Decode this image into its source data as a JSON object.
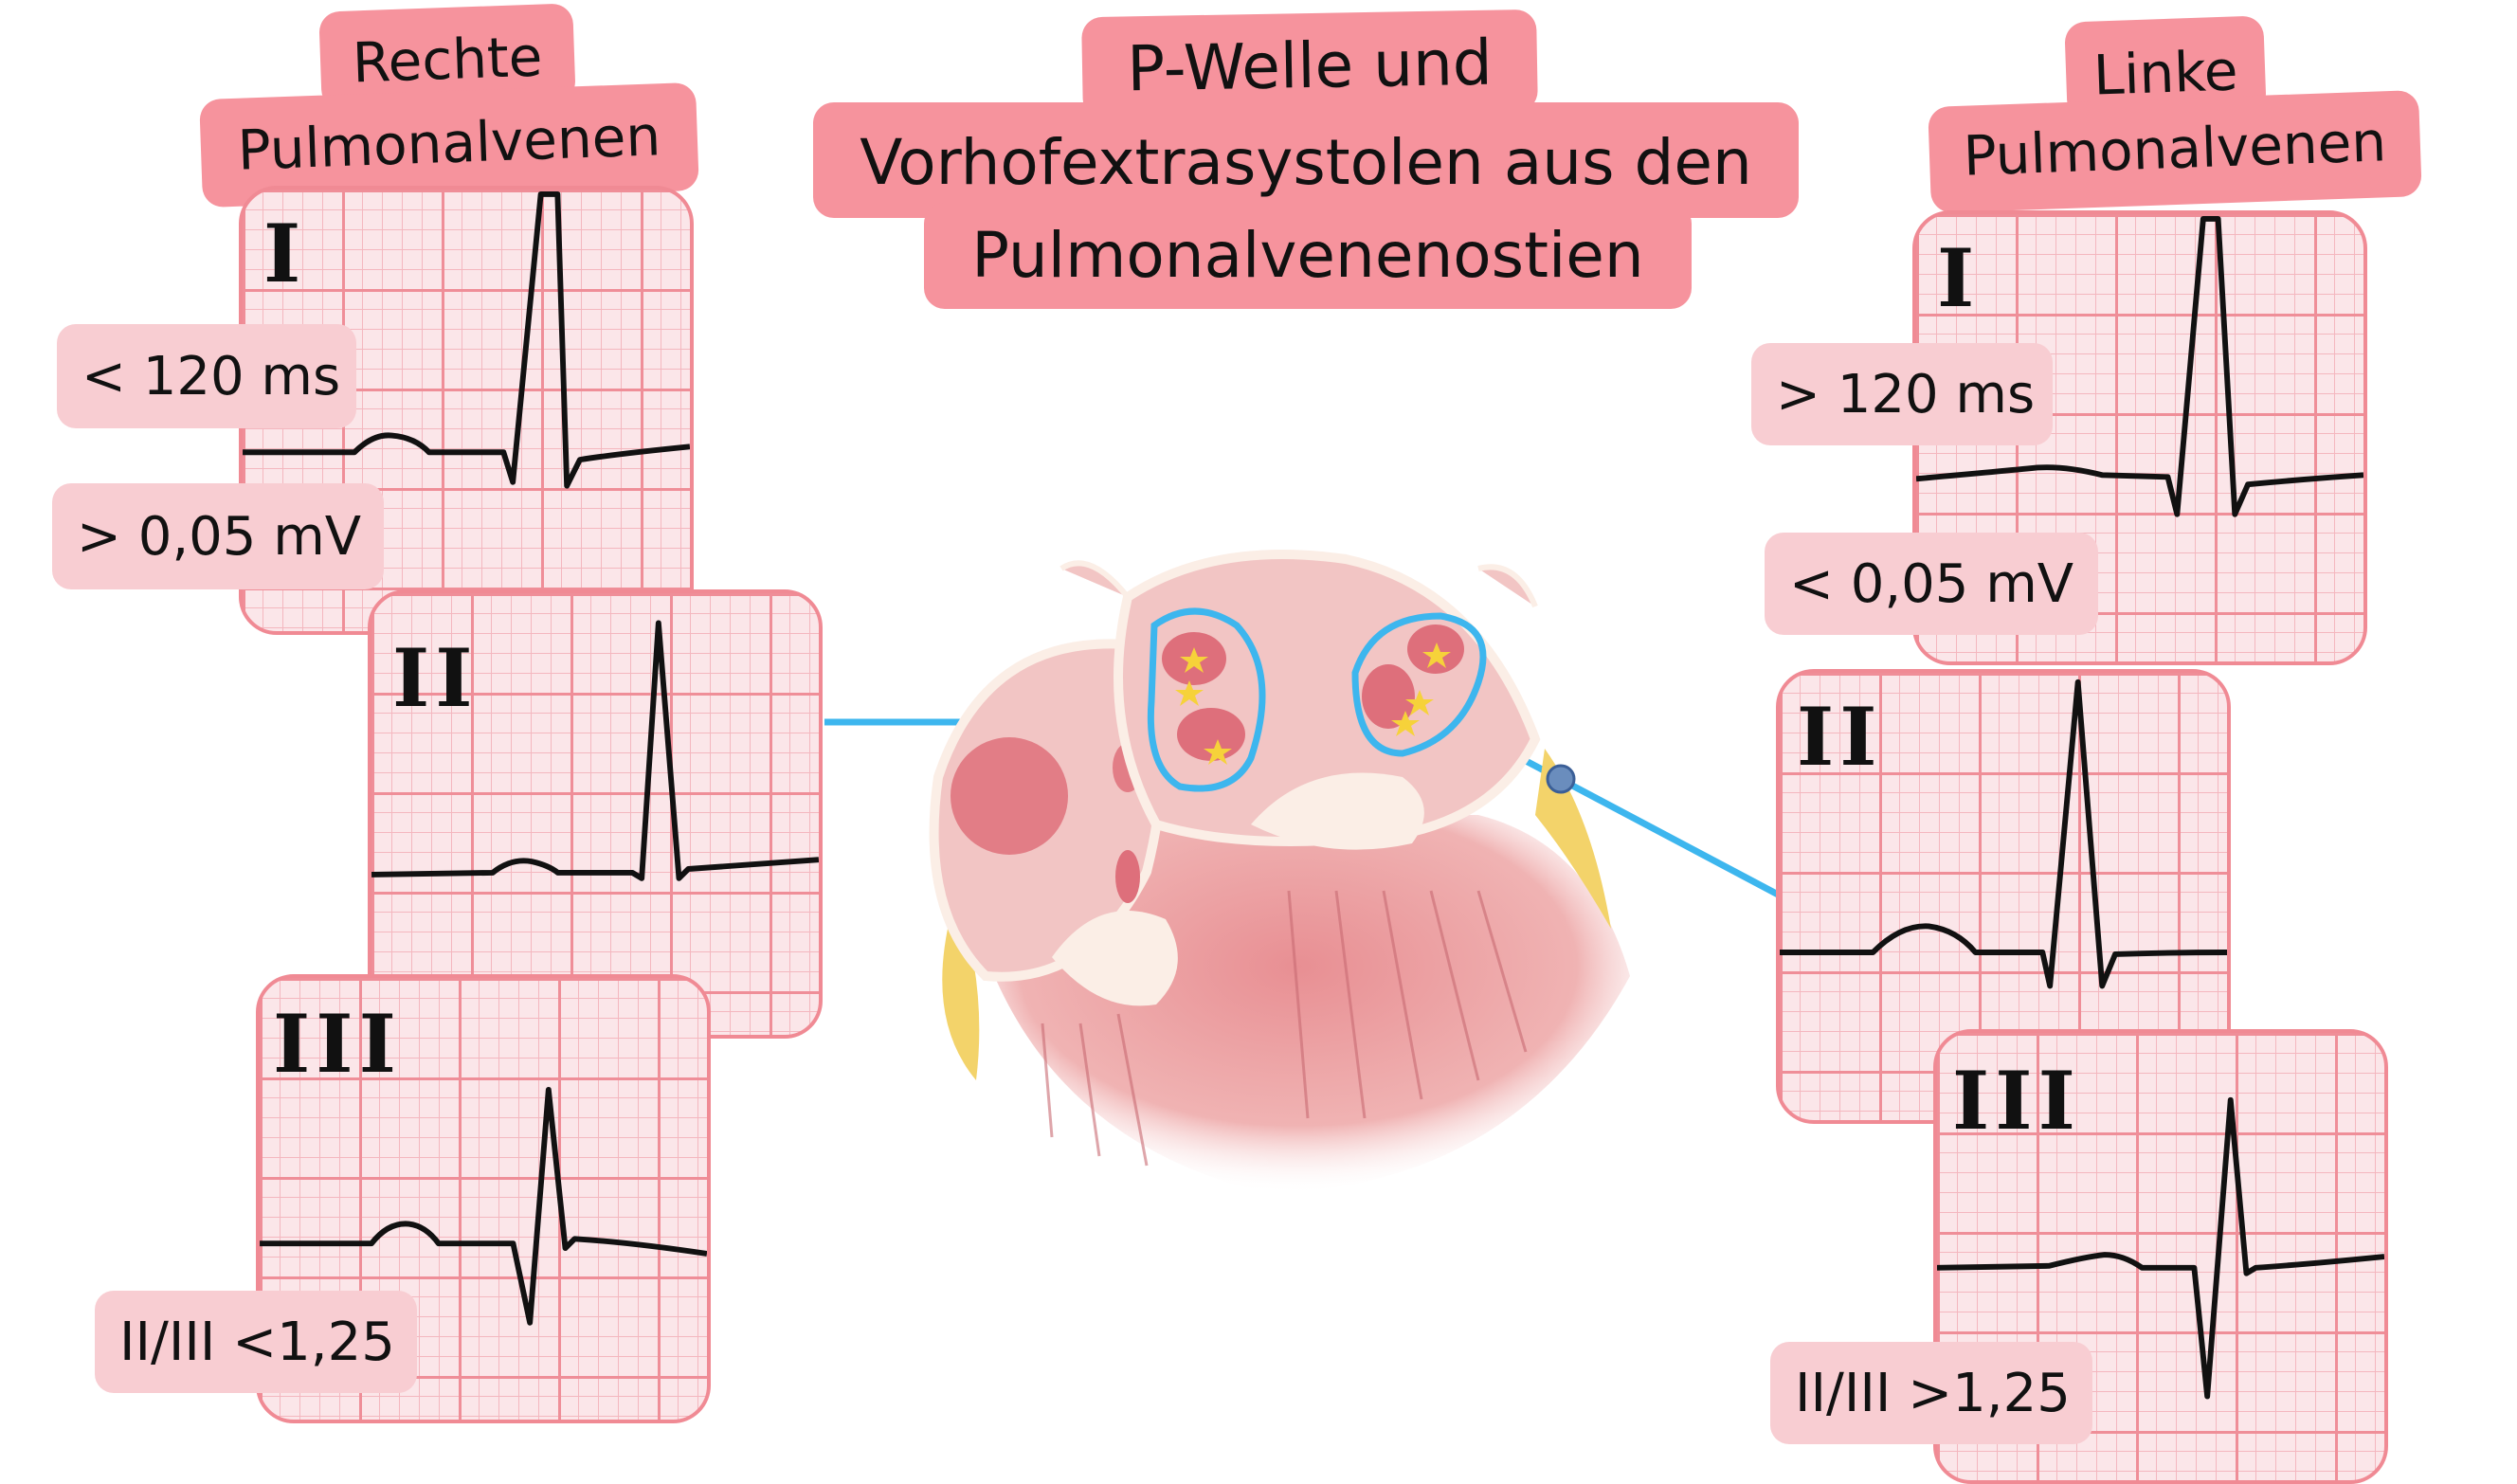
{
  "title": {
    "line1": "P-Welle und",
    "line2": "Vorhofextrasystolen aus den",
    "line3": "Pulmonalvenenostien"
  },
  "right_veins": {
    "label_line1": "Rechte",
    "label_line2": "Pulmonalvenen",
    "leads": [
      "I",
      "II",
      "III"
    ],
    "duration": "< 120 ms",
    "amplitude": "> 0,05 mV",
    "ratio": "II/III <1,25"
  },
  "left_veins": {
    "label_line1": "Linke",
    "label_line2": "Pulmonalvenen",
    "leads": [
      "I",
      "II",
      "III"
    ],
    "duration": "> 120 ms",
    "amplitude": "< 0,05 mV",
    "ratio": "II/III >1,25"
  },
  "colors": {
    "label_bg": "#f6939d",
    "pill_bg": "#f8cdd2",
    "ecg_grid": "#ef8e98",
    "connector": "#3db6ee",
    "star": "#f6d23a"
  },
  "icons": [
    "heart-cross-section-illustration",
    "star-icon"
  ]
}
